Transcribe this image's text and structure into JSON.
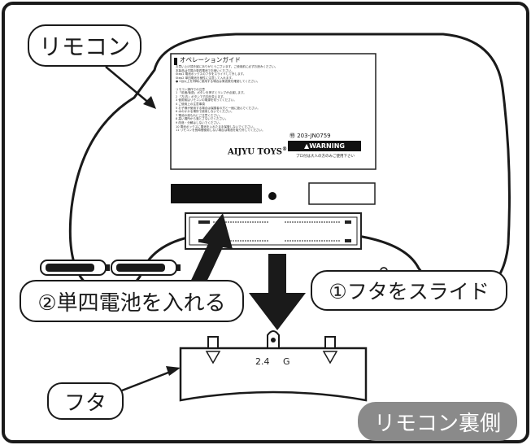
{
  "labels": {
    "remote": "リモコン",
    "step_insert": "②単四電池を入れる",
    "step_slide": "①フタをスライド",
    "lid": "フタ",
    "back_side": "リモコン裏側"
  },
  "sticker": {
    "title": "オペレーションガイド",
    "lines": [
      "お買い上げ頂き誠にありがとうございます。ご使用前に必ずお読みください。",
      "本製品は付属の単四電池でお使いください。",
      "Step1 電池ボックスのフタをスライドして外します。",
      "Step2 単四電池を極性に注意して入れます。",
      "● 2台以上を同時に使用する場合は周波数を確認してください。",
      "",
      "リモコン操作での注意",
      "1 「前進/後退」ボタンを押すとランプが点滅します。",
      "2 「左/右」ボタンで方向を変えます。",
      "3 使用後はリモコンの電源を切ってください。",
      "4 ご使用上の注意事項",
      "5 お子様が使用する場合は保護者の方と一緒に遊んでください。",
      "6 水のかかる場所で使用しないでください。",
      "7 電池の液もれにご注意ください。",
      "8 高い場所から落とさないでください。",
      "9 改造・分解はしないでください。",
      "10 電池ボックスに電池を入れたまま保管しないでください。",
      "11 リモコンを長時間使用しない場合は電池を取り外してください。"
    ],
    "cert": "㊕ 203-JN0759",
    "brand": "AIJYU TOYS",
    "warning": "▲WARNING",
    "warning_sub": "プロ付は大人の方のみご使用下さい"
  },
  "lid_label": {
    "freq": "2.4",
    "unit": "G"
  }
}
